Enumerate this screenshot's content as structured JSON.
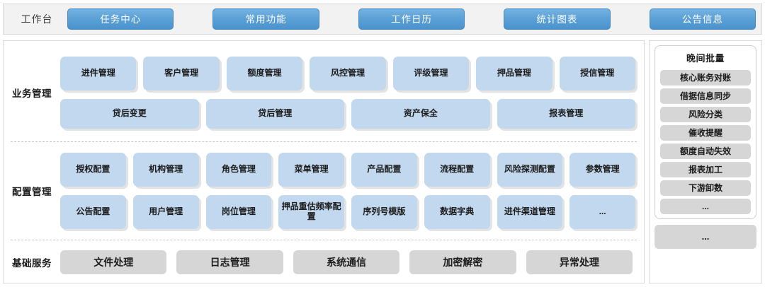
{
  "topbar": {
    "label": "工作台",
    "tabs": [
      {
        "label": "任务中心"
      },
      {
        "label": "常用功能"
      },
      {
        "label": "工作日历"
      },
      {
        "label": "统计图表"
      },
      {
        "label": "公告信息"
      }
    ]
  },
  "sections": [
    {
      "label": "业务管理",
      "rows": [
        [
          "进件管理",
          "客户管理",
          "额度管理",
          "风控管理",
          "评级管理",
          "押品管理",
          "授信管理"
        ],
        [
          "贷后变更",
          "贷后管理",
          "资产保全",
          "报表管理"
        ]
      ]
    },
    {
      "label": "配置管理",
      "rows": [
        [
          "授权配置",
          "机构管理",
          "角色管理",
          "菜单管理",
          "产品配置",
          "流程配置",
          "风险探测配置",
          "参数管理"
        ],
        [
          "公告配置",
          "用户管理",
          "岗位管理",
          "押品重估频率配置",
          "序列号模版",
          "数据字典",
          "进件渠道管理",
          "..."
        ]
      ]
    },
    {
      "label": "基础服务",
      "rows": [
        [
          "文件处理",
          "日志管理",
          "系统通信",
          "加密解密",
          "异常处理"
        ]
      ]
    }
  ],
  "right_panel": {
    "batch": {
      "title": "晚间批量",
      "items": [
        "核心账务对账",
        "借据信息同步",
        "风险分类",
        "催收提醒",
        "额度自动失效",
        "报表加工",
        "下游卸数",
        "..."
      ]
    },
    "more_label": "..."
  },
  "colors": {
    "tab_blue": "#5aa0d6",
    "card_blue": "#c2d8ef",
    "card_gray": "#d6d6d6",
    "panel_bg": "#f2f2f2",
    "border": "#d9d9d9"
  }
}
